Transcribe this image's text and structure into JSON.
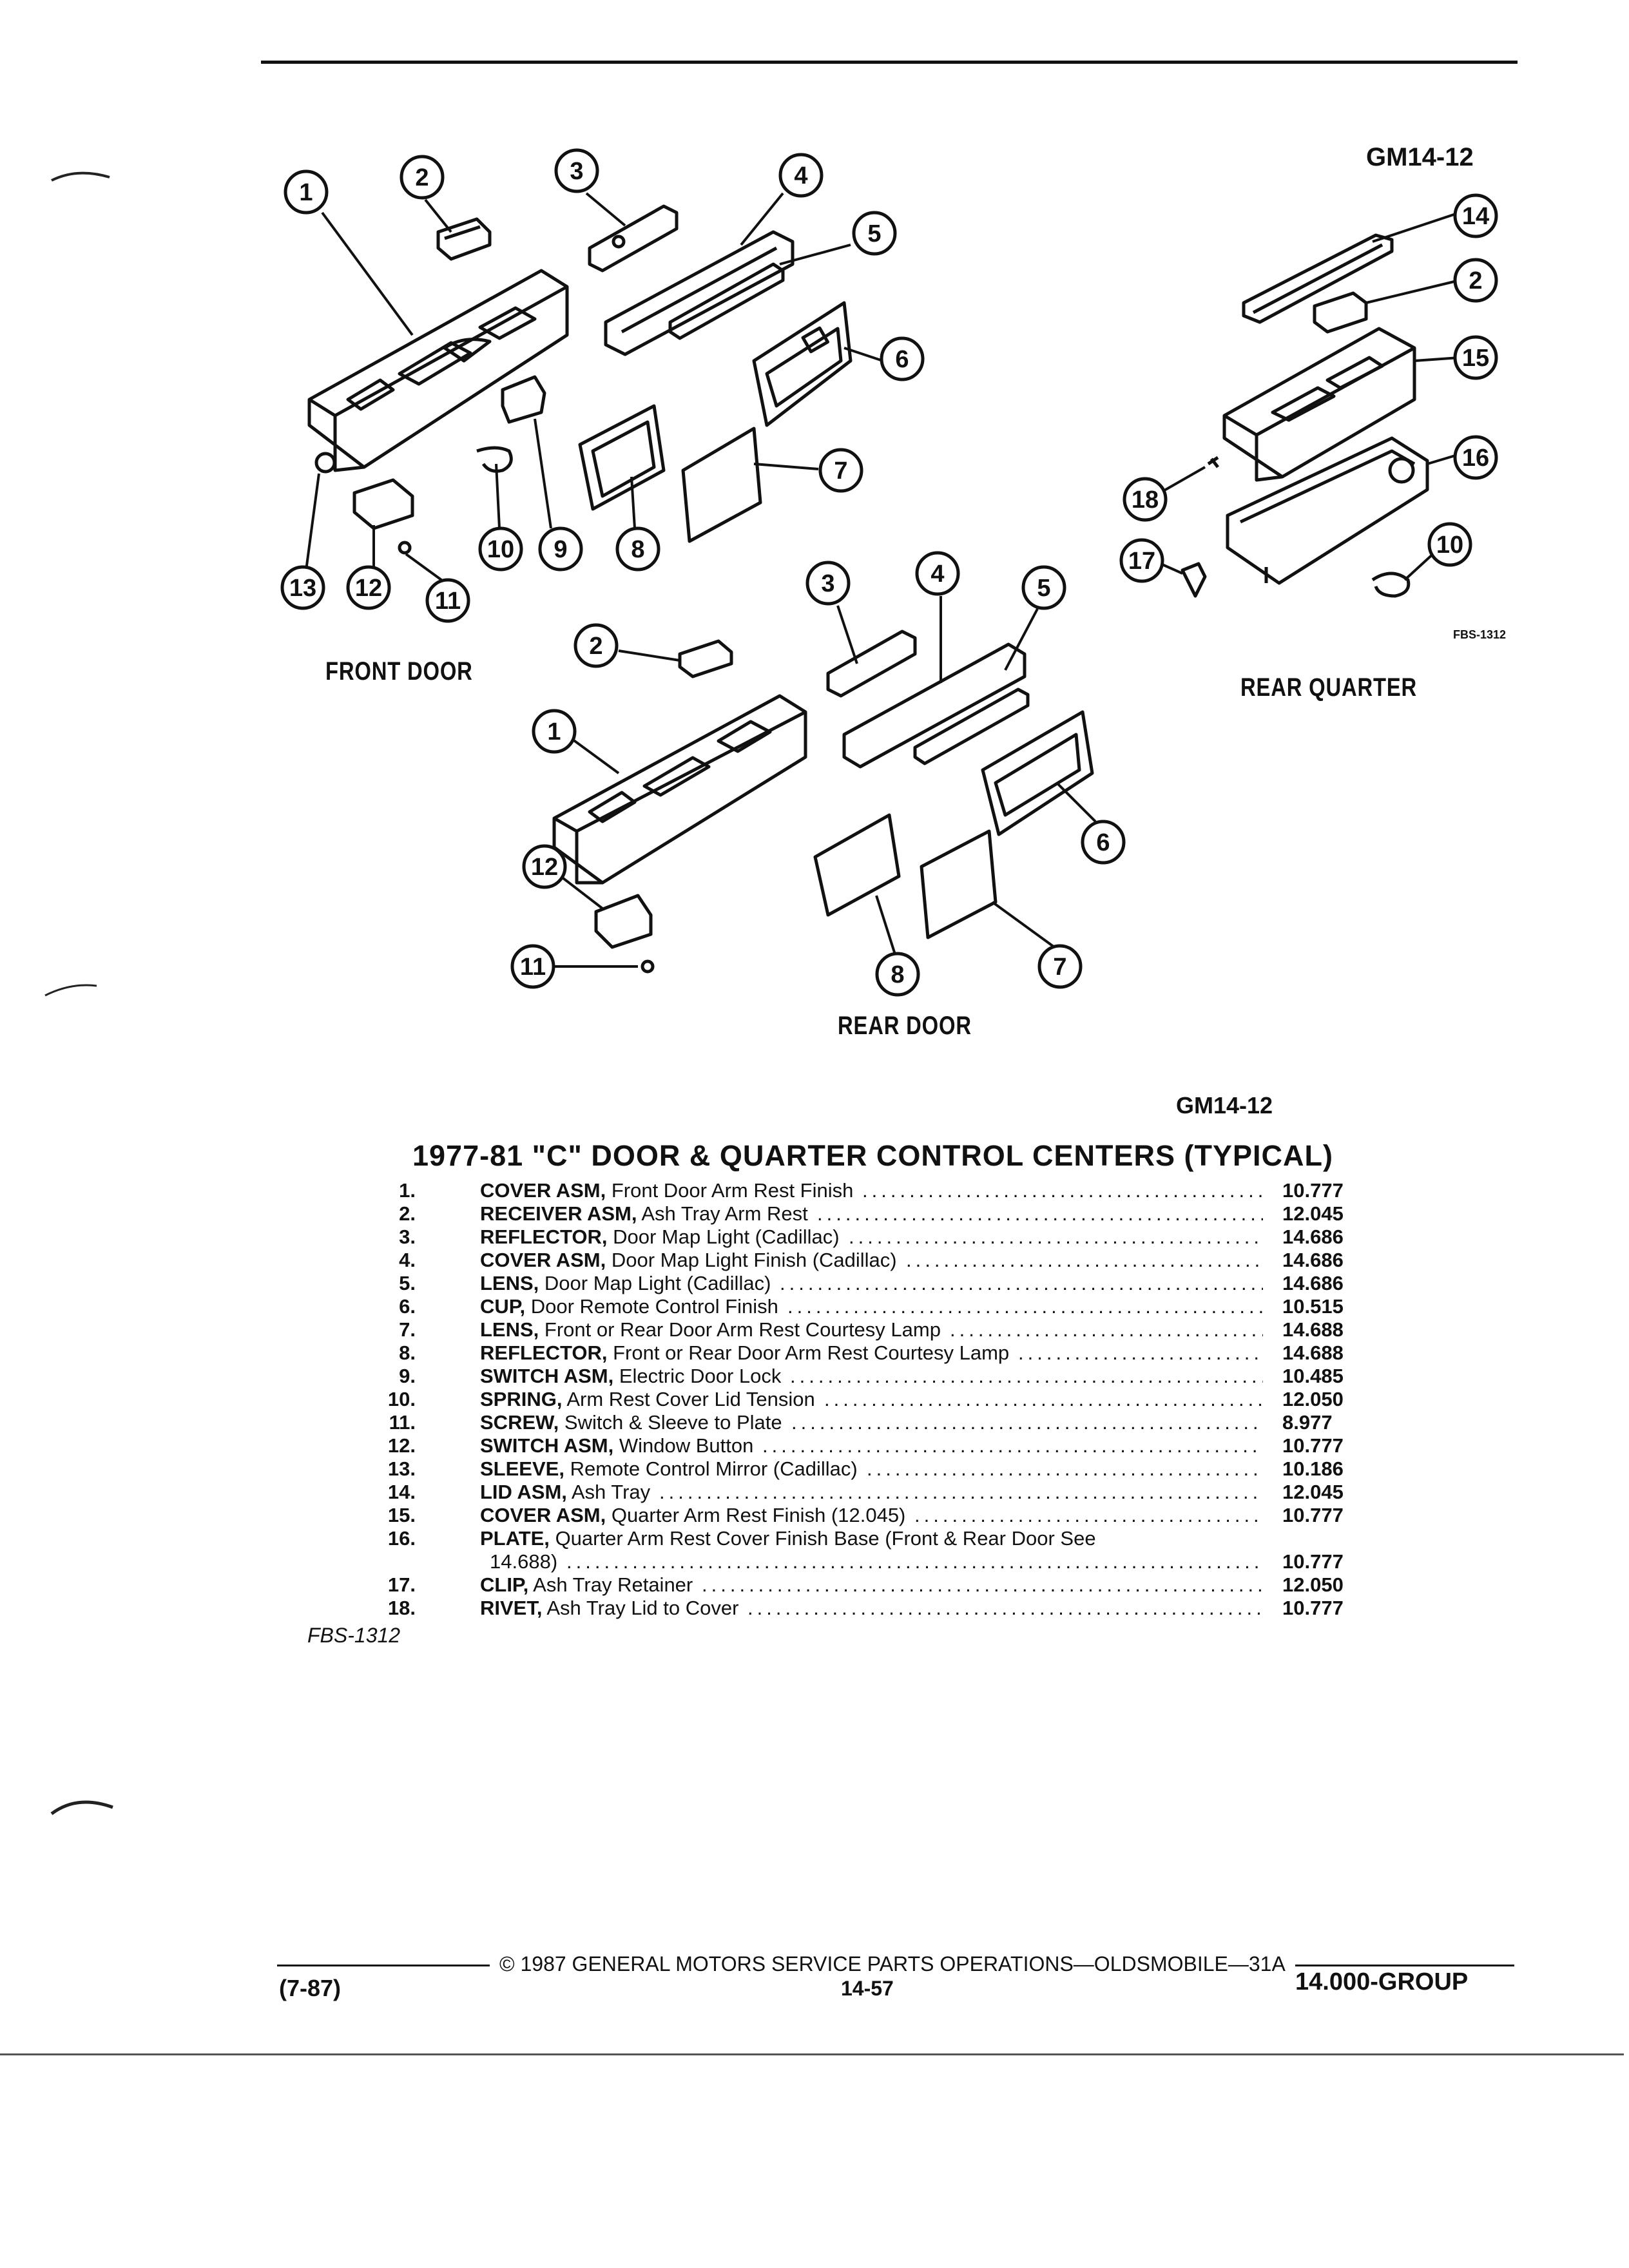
{
  "header": {
    "figure_code_top": "GM14-12"
  },
  "diagram": {
    "front_door_label": "FRONT DOOR",
    "rear_door_label": "REAR DOOR",
    "rear_quarter_label": "REAR QUARTER",
    "fbs_code": "FBS-1312",
    "callouts_front": [
      "1",
      "2",
      "3",
      "4",
      "5",
      "6",
      "7",
      "8",
      "9",
      "10",
      "11",
      "12",
      "13"
    ],
    "callouts_rear_door": [
      "1",
      "2",
      "3",
      "4",
      "5",
      "6",
      "7",
      "8",
      "11",
      "12"
    ],
    "callouts_rear_quarter": [
      "2",
      "10",
      "14",
      "15",
      "16",
      "17",
      "18"
    ]
  },
  "figure_code_bottom": "GM14-12",
  "table": {
    "title": "1977-81 \"C\" DOOR & QUARTER CONTROL CENTERS (TYPICAL)",
    "rows": [
      {
        "num": "1.",
        "name": "COVER ASM,",
        "desc": "Front Door Arm Rest Finish",
        "group": "10.777"
      },
      {
        "num": "2.",
        "name": "RECEIVER ASM,",
        "desc": "Ash Tray Arm Rest",
        "group": "12.045"
      },
      {
        "num": "3.",
        "name": "REFLECTOR,",
        "desc": "Door Map Light (Cadillac)",
        "group": "14.686"
      },
      {
        "num": "4.",
        "name": "COVER ASM,",
        "desc": "Door Map Light Finish (Cadillac)",
        "group": "14.686"
      },
      {
        "num": "5.",
        "name": "LENS,",
        "desc": "Door Map Light (Cadillac)",
        "group": "14.686"
      },
      {
        "num": "6.",
        "name": "CUP,",
        "desc": "Door Remote Control Finish",
        "group": "10.515"
      },
      {
        "num": "7.",
        "name": "LENS,",
        "desc": "Front or Rear Door Arm Rest Courtesy Lamp",
        "group": "14.688"
      },
      {
        "num": "8.",
        "name": "REFLECTOR,",
        "desc": "Front or Rear Door Arm Rest Courtesy Lamp",
        "group": "14.688"
      },
      {
        "num": "9.",
        "name": "SWITCH ASM,",
        "desc": "Electric Door Lock",
        "group": "10.485"
      },
      {
        "num": "10.",
        "name": "SPRING,",
        "desc": "Arm Rest Cover Lid Tension",
        "group": "12.050"
      },
      {
        "num": "11.",
        "name": "SCREW,",
        "desc": "Switch & Sleeve to Plate",
        "group": "8.977"
      },
      {
        "num": "12.",
        "name": "SWITCH ASM,",
        "desc": "Window Button",
        "group": "10.777"
      },
      {
        "num": "13.",
        "name": "SLEEVE,",
        "desc": "Remote Control Mirror (Cadillac)",
        "group": "10.186"
      },
      {
        "num": "14.",
        "name": "LID ASM,",
        "desc": "Ash Tray",
        "group": "12.045"
      },
      {
        "num": "15.",
        "name": "COVER ASM,",
        "desc": "Quarter Arm Rest Finish (12.045)",
        "group": "10.777"
      },
      {
        "num": "16.",
        "name": "PLATE,",
        "desc": "Quarter Arm Rest Cover Finish Base (Front & Rear Door See",
        "desc2": "14.688)",
        "group": "10.777"
      },
      {
        "num": "17.",
        "name": "CLIP,",
        "desc": "Ash Tray Retainer",
        "group": "12.050"
      },
      {
        "num": "18.",
        "name": "RIVET,",
        "desc": "Ash Tray Lid to Cover",
        "group": "10.777"
      }
    ],
    "fbs_code": "FBS-1312"
  },
  "footer": {
    "copyright": "© 1987 GENERAL MOTORS SERVICE PARTS OPERATIONS—OLDSMOBILE—31A",
    "date_code": "(7-87)",
    "page_number": "14-57",
    "group": "14.000-GROUP"
  }
}
